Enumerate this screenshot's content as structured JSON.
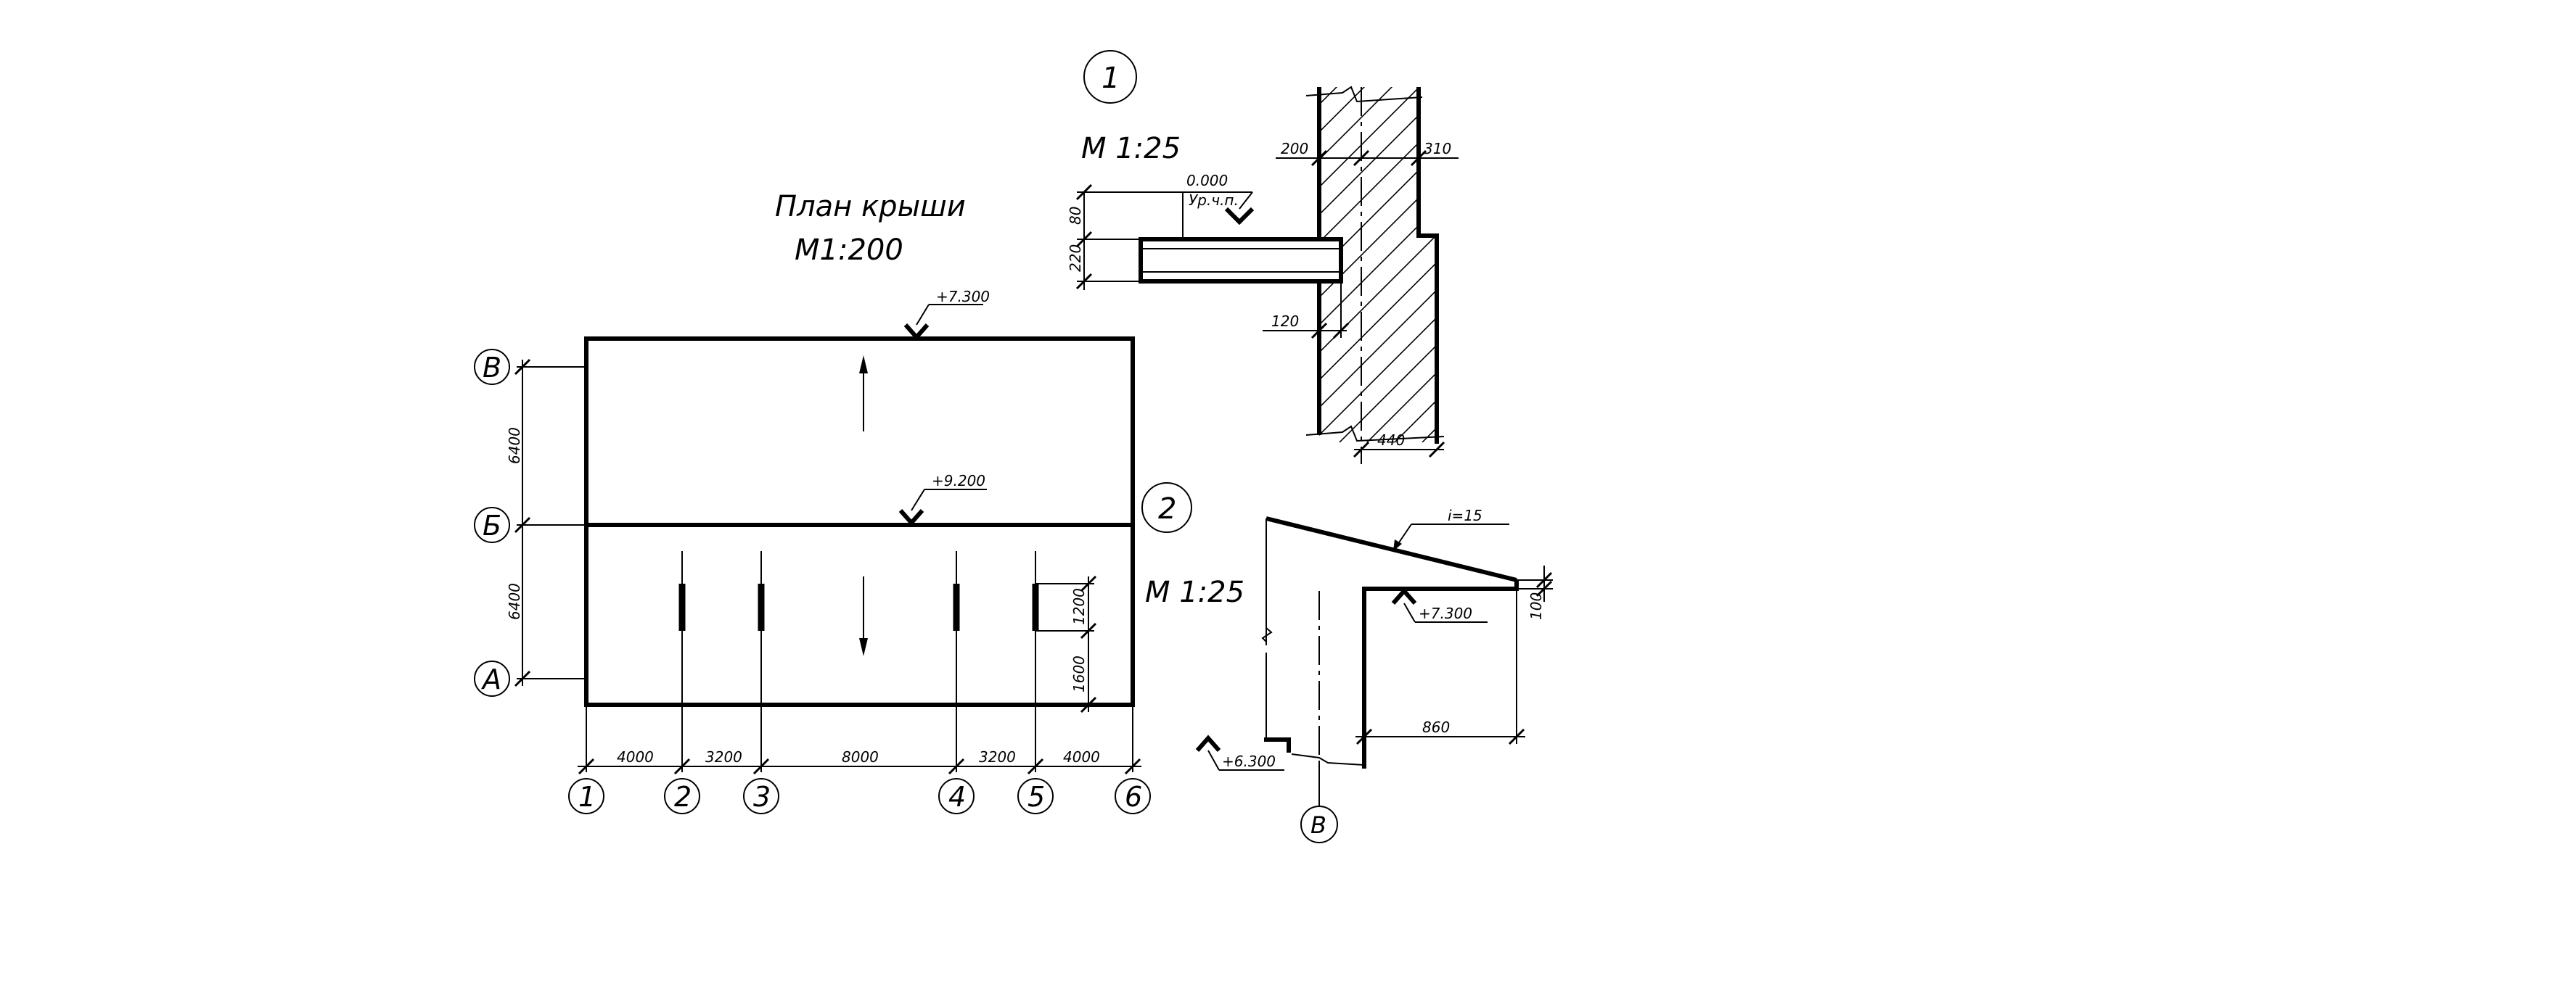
{
  "roof_plan": {
    "title": "План крыши",
    "scale": "М1:200",
    "level_top": "+7.300",
    "level_mid": "+9.200",
    "grid_rows": [
      "В",
      "Б",
      "А"
    ],
    "grid_cols": [
      "1",
      "2",
      "3",
      "4",
      "5",
      "6"
    ],
    "dims_bottom": [
      "4000",
      "3200",
      "8000",
      "3200",
      "4000"
    ],
    "dims_left": [
      "6400",
      "6400"
    ],
    "dims_right": [
      "1200",
      "1600"
    ]
  },
  "node1": {
    "number": "1",
    "scale": "М 1:25",
    "level_value": "0.000",
    "level_label": "Ур.ч.п.",
    "dims": {
      "d80": "80",
      "d220": "220",
      "d200": "200",
      "d310": "310",
      "d120": "120",
      "d440": "440"
    }
  },
  "node2": {
    "number": "2",
    "scale": "М 1:25",
    "slope": "i=15",
    "level_top": "+7.300",
    "level_bottom": "+6.300",
    "grid": "В",
    "dims": {
      "d100": "100",
      "d860": "860"
    }
  }
}
